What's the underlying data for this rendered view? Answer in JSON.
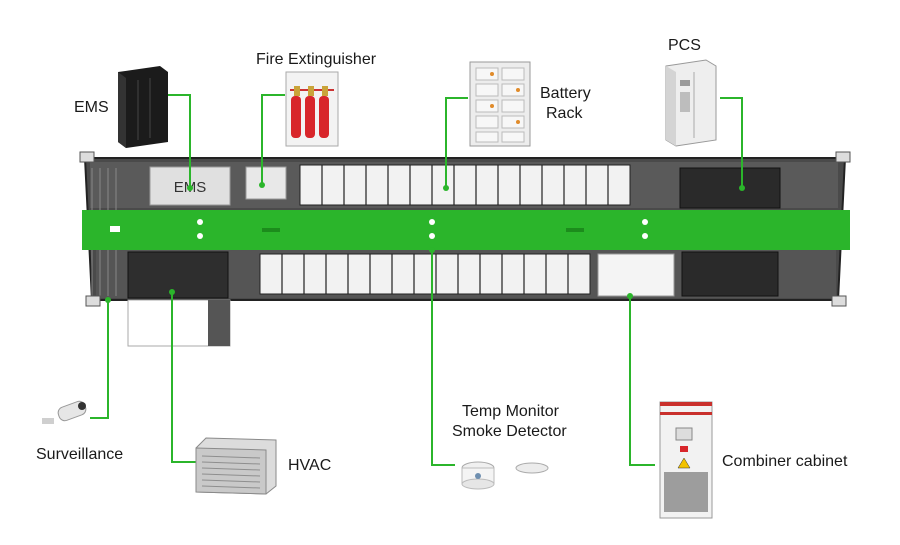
{
  "labels": {
    "ems": "EMS",
    "fire": "Fire Extinguisher",
    "battery": [
      "Battery",
      "Rack"
    ],
    "pcs": "PCS",
    "surveillance": "Surveillance",
    "hvac": "HVAC",
    "temp": [
      "Temp Monitor",
      "Smoke Detector"
    ],
    "combiner": "Combiner cabinet"
  },
  "container": {
    "ems_box_text": "EMS"
  },
  "colors": {
    "accent": "#2bb52b",
    "container": "#3a3a3a",
    "battery": "#f2f2f2",
    "cabinet": "#2a2a2a"
  }
}
